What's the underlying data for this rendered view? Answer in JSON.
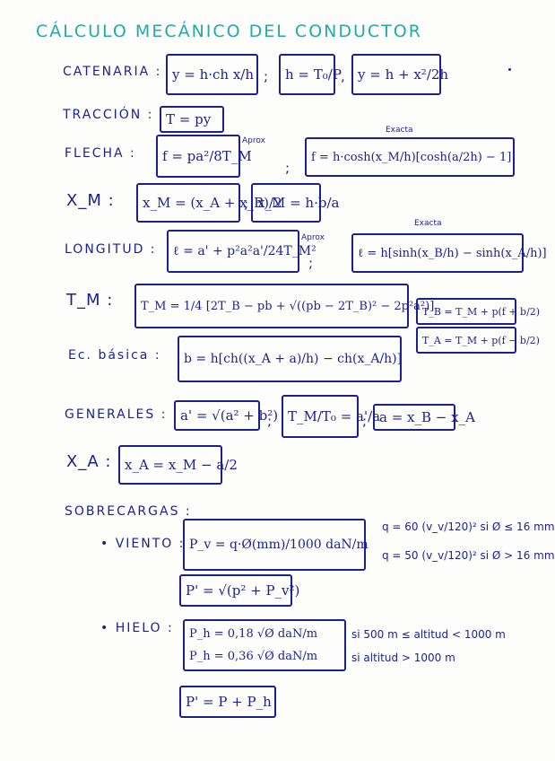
{
  "title": "CÁLCULO MECÁNICO DEL CONDUCTOR",
  "sections": {
    "catenaria": {
      "label": "CATENARIA :",
      "f1": "y = h·ch x/h",
      "f2": "h = T₀/P",
      "f3": "y = h + x²/2h"
    },
    "traccion": {
      "label": "TRACCIÓN :",
      "f1": "T = py"
    },
    "flecha": {
      "label": "FLECHA :",
      "f1": "f = pa²/8T_M",
      "note1": "Aprox",
      "f2": "f = h·cosh(x_M/h)[cosh(a/2h) − 1]",
      "note2": "Exacta"
    },
    "xm": {
      "label": "X_M :",
      "f1": "x_M = (x_A + x_B)/2",
      "f2": "x_M = h·b/a"
    },
    "longitud": {
      "label": "LONGITUD :",
      "f1": "ℓ = a' + p²a²a'/24T_M²",
      "note1": "Aprox",
      "f2": "ℓ = h[sinh(x_B/h) − sinh(x_A/h)]",
      "note2": "Exacta"
    },
    "tm": {
      "label": "T_M :",
      "f1": "T_M = 1/4 [2T_B − pb + √((pb − 2T_B)² − 2p²a²)]",
      "tb": "T_B = T_M + p(f + b/2)",
      "ta": "T_A = T_M + p(f − b/2)"
    },
    "basica": {
      "label": "Ec. básica :",
      "f1": "b = h[ch((x_A + a)/h) − ch(x_A/h)]"
    },
    "generales": {
      "label": "GENERALES :",
      "f1": "a' = √(a² + b²)",
      "f2": "T_M/T₀ = a'/a",
      "f3": "a = x_B − x_A"
    },
    "xa": {
      "label": "X_A :",
      "f1": "x_A = x_M − a/2"
    },
    "sobrecargas": {
      "label": "SOBRECARGAS :",
      "viento": {
        "label": "• VIENTO :",
        "f1": "P_v = q·Ø(mm)/1000 daN/m",
        "q1": "q = 60 (v_v/120)² si Ø ≤ 16 mm",
        "q2": "q = 50 (v_v/120)² si Ø > 16 mm",
        "f2": "P' = √(p² + P_v²)"
      },
      "hielo": {
        "label": "• HIELO :",
        "f1": "P_h = 0,18 √Ø daN/m",
        "c1": "si 500 m ≤ altitud < 1000 m",
        "f2": "P_h = 0,36 √Ø daN/m",
        "c2": "si altitud > 1000 m",
        "f3": "P' = P + P_h"
      }
    }
  }
}
